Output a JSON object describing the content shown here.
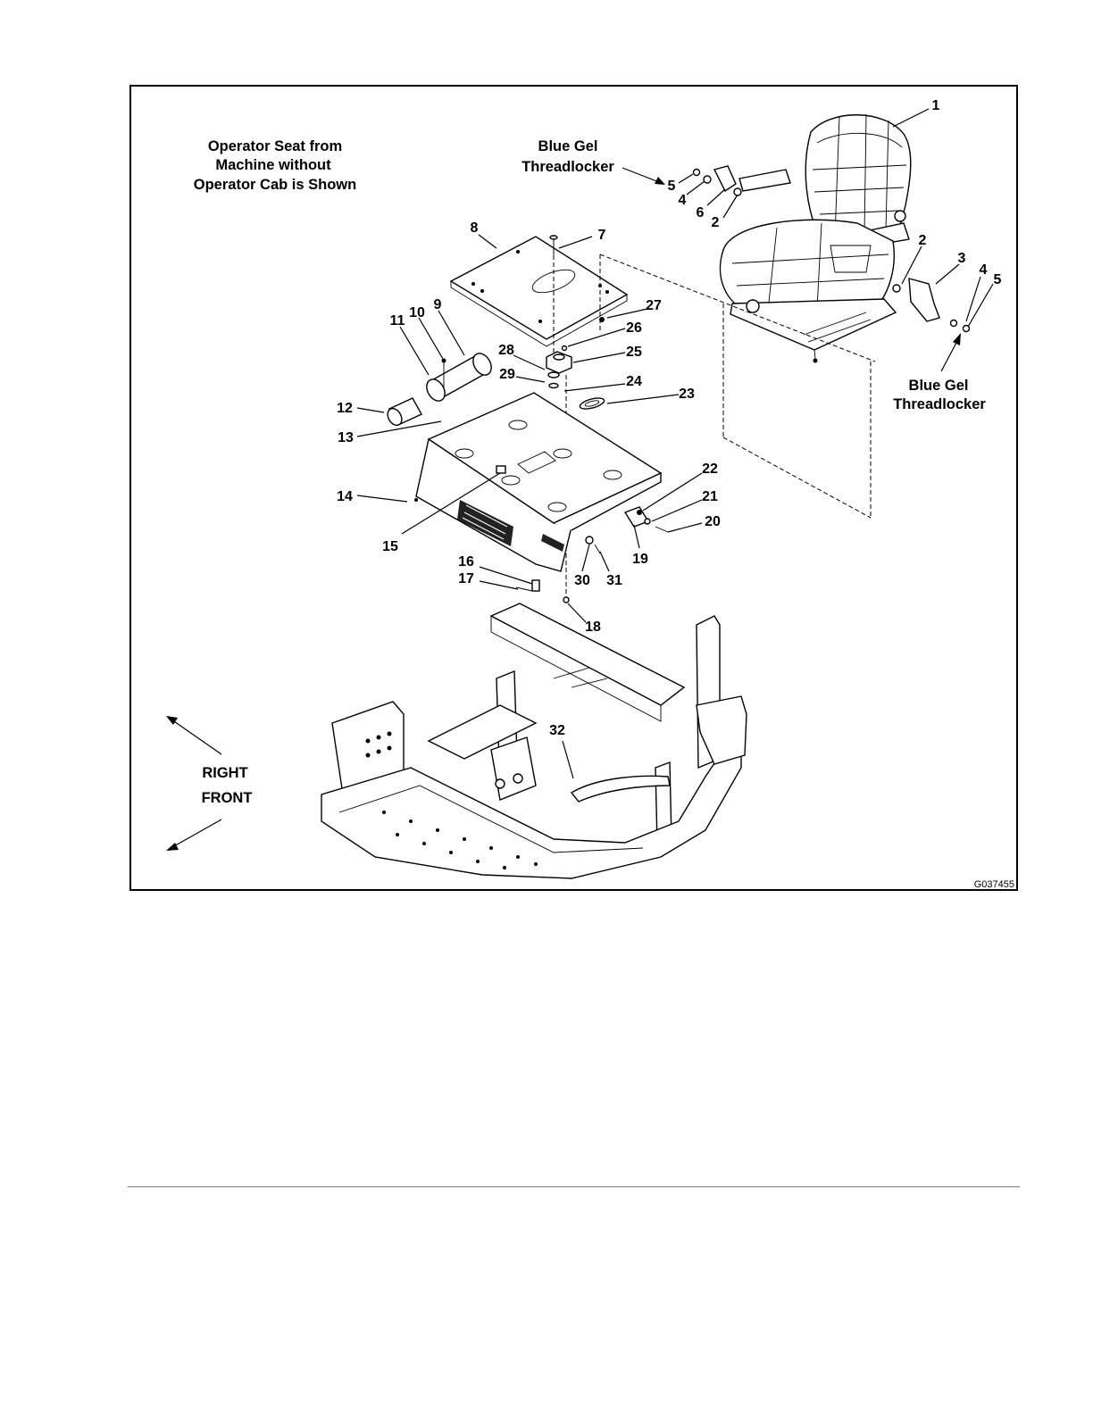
{
  "figure": {
    "note_title": [
      "Operator Seat from",
      "Machine without",
      "Operator Cab is Shown"
    ],
    "threadlocker_top": [
      "Blue Gel",
      "Threadlocker"
    ],
    "threadlocker_right": [
      "Blue Gel",
      "Threadlocker"
    ],
    "direction_right": "RIGHT",
    "direction_front": "FRONT",
    "figure_id": "G037455",
    "callouts": [
      "1",
      "2",
      "2",
      "3",
      "4",
      "4",
      "5",
      "5",
      "6",
      "7",
      "8",
      "9",
      "10",
      "11",
      "12",
      "13",
      "14",
      "15",
      "16",
      "17",
      "18",
      "19",
      "20",
      "21",
      "22",
      "23",
      "24",
      "25",
      "26",
      "27",
      "28",
      "29",
      "30",
      "31",
      "32"
    ]
  }
}
